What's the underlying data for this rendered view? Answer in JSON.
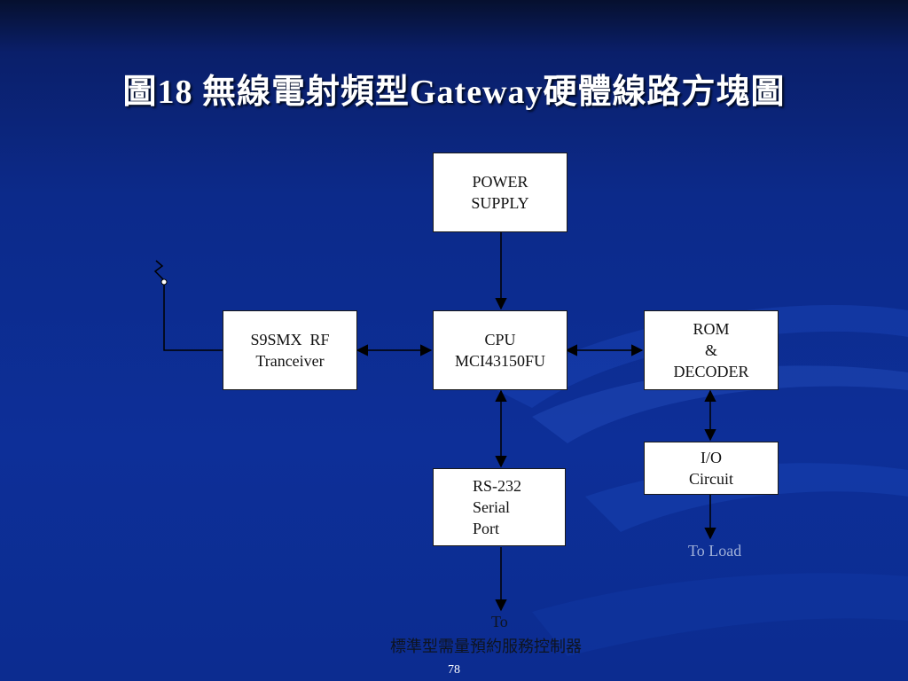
{
  "slide": {
    "title": "圖18  無線電射頻型Gateway硬體線路方塊圖",
    "page_number": "78"
  },
  "blocks": {
    "power": [
      "POWER",
      "SUPPLY"
    ],
    "rf": [
      "S9SMX  RF",
      "Tranceiver"
    ],
    "cpu": [
      "CPU",
      "MCI43150FU"
    ],
    "rom": [
      "ROM",
      "&",
      "DECODER"
    ],
    "io": [
      "I/O",
      "Circuit"
    ],
    "rs232": [
      "RS-232",
      "Serial",
      "Port"
    ]
  },
  "labels": {
    "to_load": "To Load",
    "to": "To",
    "controller": "標準型需量預約服務控制器"
  },
  "colors": {
    "background": "#0c2a8a",
    "box_fill": "#ffffff",
    "line": "#000000",
    "title": "#ffffff"
  }
}
